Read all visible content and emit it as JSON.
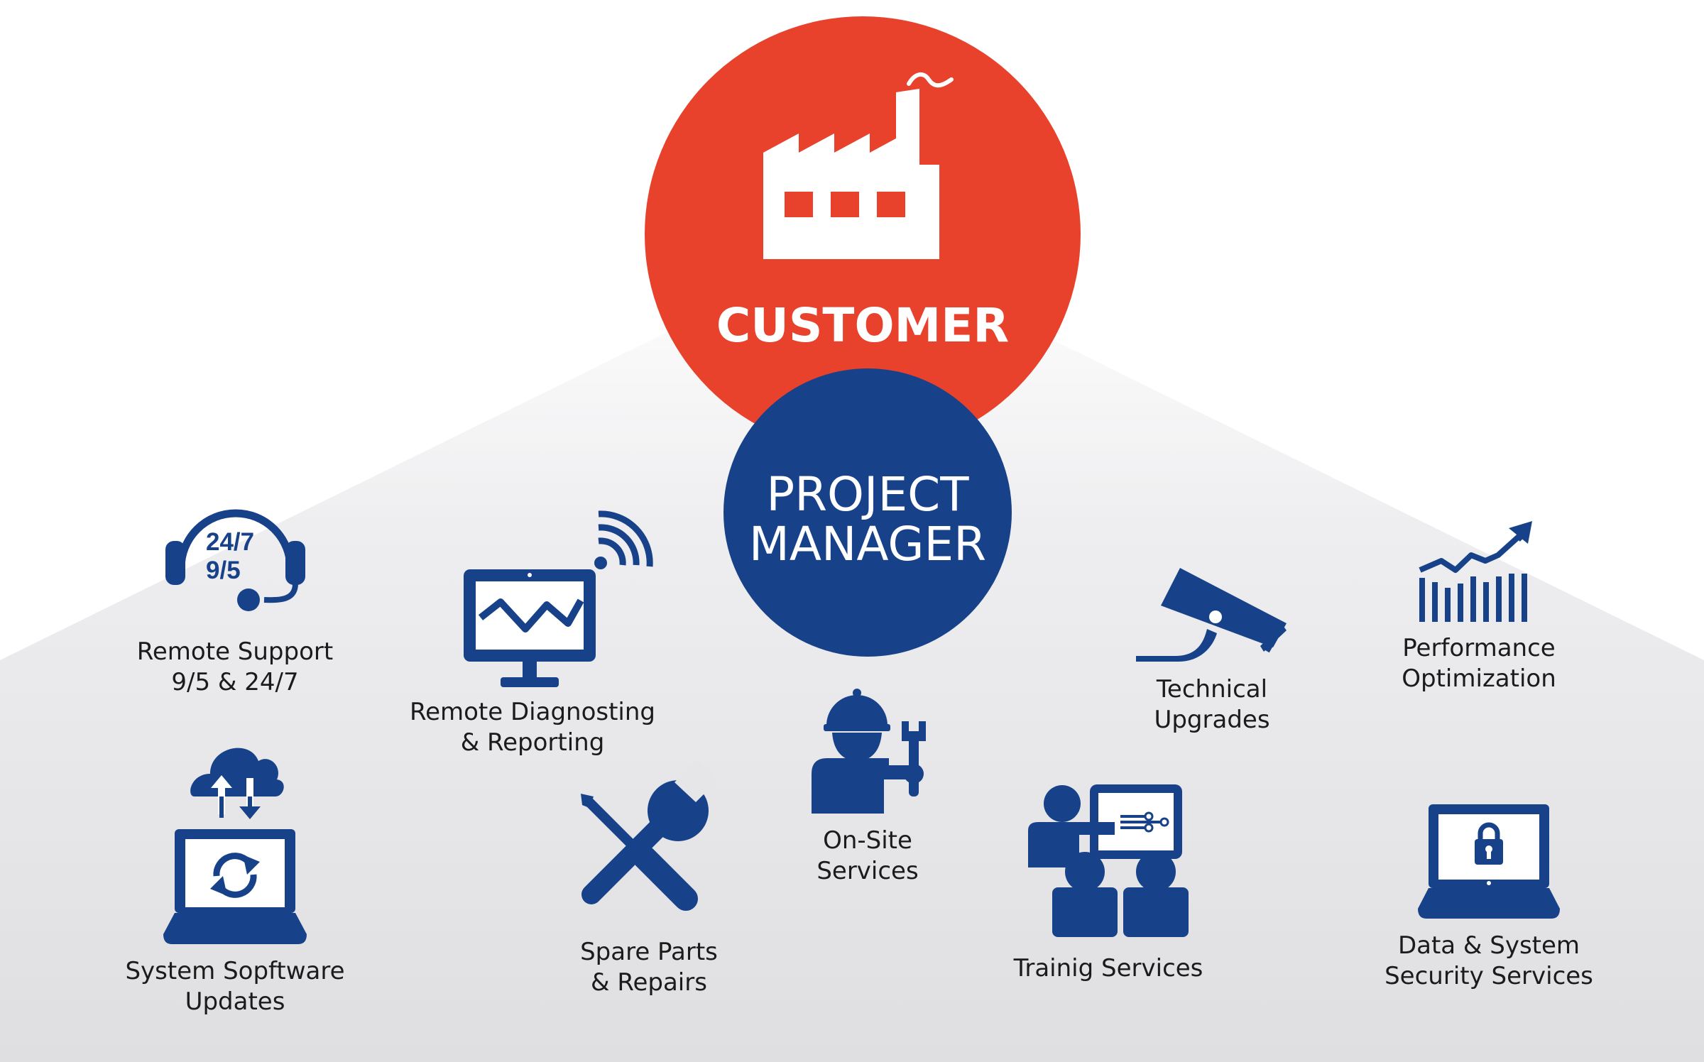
{
  "colors": {
    "customer_red": "#E8412C",
    "manager_blue": "#17428A",
    "icon_blue": "#17428A",
    "text_dark": "#1B1B1B",
    "background_gray": "#E2E2E4"
  },
  "center": {
    "customer_label": "CUSTOMER",
    "customer_icon": "factory-icon",
    "manager_line1": "PROJECT",
    "manager_line2": "MANAGER"
  },
  "services": [
    {
      "line1": "Remote Support",
      "line2": "9/5 & 24/7",
      "icon": "headset-icon",
      "icon_text1": "24/7",
      "icon_text2": "9/5"
    },
    {
      "line1": "Remote Diagnosting",
      "line2": "& Reporting",
      "icon": "monitor-signal-icon"
    },
    {
      "line1": "On-Site",
      "line2": "Services",
      "icon": "technician-icon"
    },
    {
      "line1": "Technical",
      "line2": "Upgrades",
      "icon": "security-camera-icon"
    },
    {
      "line1": "Performance",
      "line2": "Optimization",
      "icon": "growth-chart-icon"
    },
    {
      "line1": "System Sopftware",
      "line2": "Updates",
      "icon": "cloud-laptop-sync-icon"
    },
    {
      "line1": "Spare Parts",
      "line2": "& Repairs",
      "icon": "wrench-screwdriver-icon"
    },
    {
      "line1": "Trainig Services",
      "line2": "",
      "icon": "training-presentation-icon"
    },
    {
      "line1": "Data & System",
      "line2": "Security Services",
      "icon": "laptop-lock-icon"
    }
  ]
}
